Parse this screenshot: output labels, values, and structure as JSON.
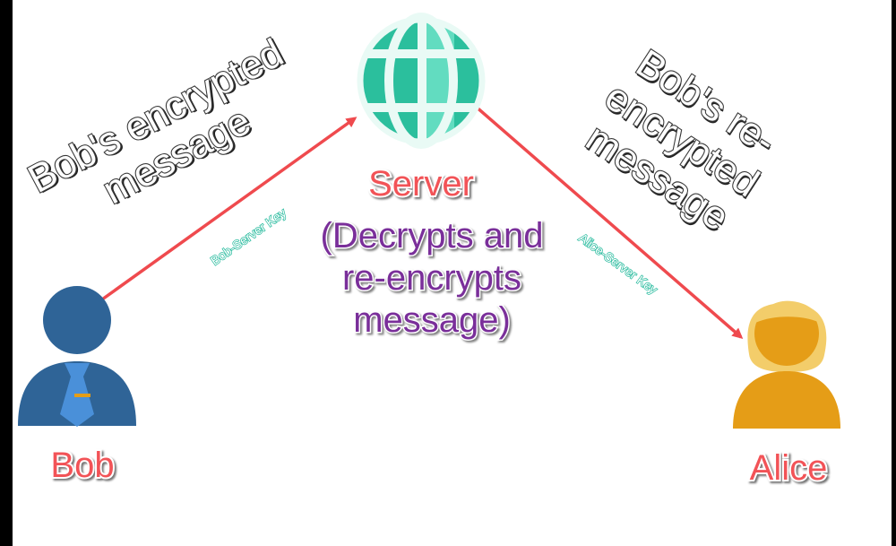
{
  "server": {
    "label": "Server",
    "note_lines": [
      "(Decrypts and",
      "re-encrypts",
      "message)"
    ]
  },
  "bob": {
    "label": "Bob"
  },
  "alice": {
    "label": "Alice"
  },
  "left_message_lines": [
    "Bob's encrypted",
    "message"
  ],
  "right_message_lines": [
    "Bob's re-",
    "encrypted",
    "message"
  ],
  "keys": {
    "bob_server": "Bob-Server Key",
    "alice_server": "Alice-Server Key"
  },
  "colors": {
    "arrow": "#ef4a4e",
    "globe": "#2bbf9d",
    "bob": "#2f6497",
    "bob_tie": "#4a90d9",
    "alice_body": "#e59d17",
    "alice_hair": "#f3cd6a",
    "server_label": "#f25357",
    "note": "#7a2f9a"
  },
  "icons": [
    "globe-icon",
    "bob-person-icon",
    "alice-person-icon"
  ]
}
